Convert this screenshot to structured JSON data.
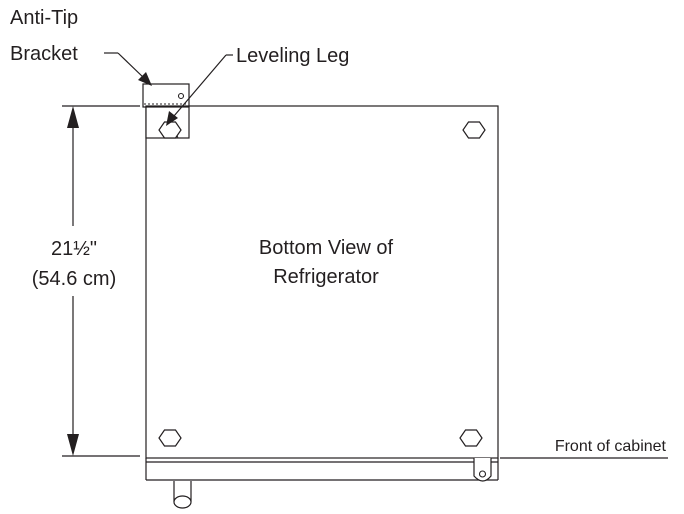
{
  "labels": {
    "anti_tip_line1": "Anti-Tip",
    "anti_tip_line2": "Bracket",
    "leveling_leg": "Leveling Leg",
    "dimension_imperial": "21½\"",
    "dimension_metric": "(54.6 cm)",
    "view_title_line1": "Bottom View of",
    "view_title_line2": "Refrigerator",
    "front_of_cabinet": "Front of cabinet"
  },
  "colors": {
    "stroke": "#231f20",
    "background": "#ffffff"
  }
}
